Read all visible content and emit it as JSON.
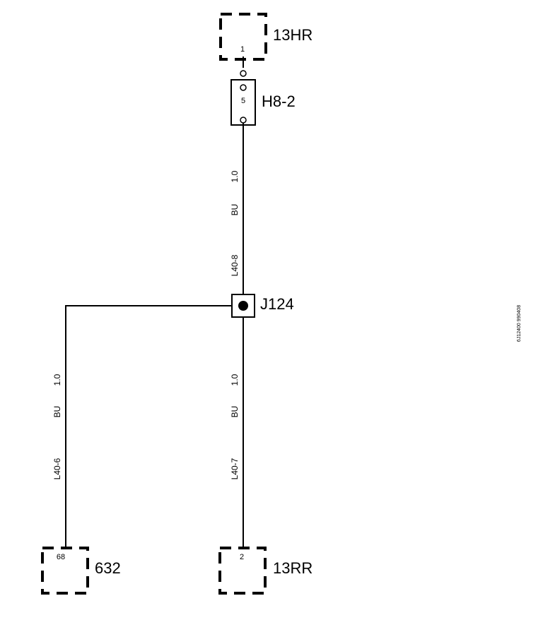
{
  "connectors": {
    "top": {
      "label": "13HR",
      "pin": "1"
    },
    "bottom_left": {
      "label": "632",
      "pin": "68"
    },
    "bottom_right": {
      "label": "13RR",
      "pin": "2"
    }
  },
  "fuse": {
    "label": "H8-2",
    "number": "5"
  },
  "junction": {
    "label": "J124"
  },
  "wires": {
    "upper": {
      "size": "1.0",
      "color": "BU",
      "id": "L40-8"
    },
    "left": {
      "size": "1.0",
      "color": "BU",
      "id": "L40-6"
    },
    "right": {
      "size": "1.0",
      "color": "BU",
      "id": "L40-7"
    }
  },
  "drawing_id": "6J12400 990408",
  "colors": {
    "line": "#000000",
    "background": "#ffffff"
  }
}
